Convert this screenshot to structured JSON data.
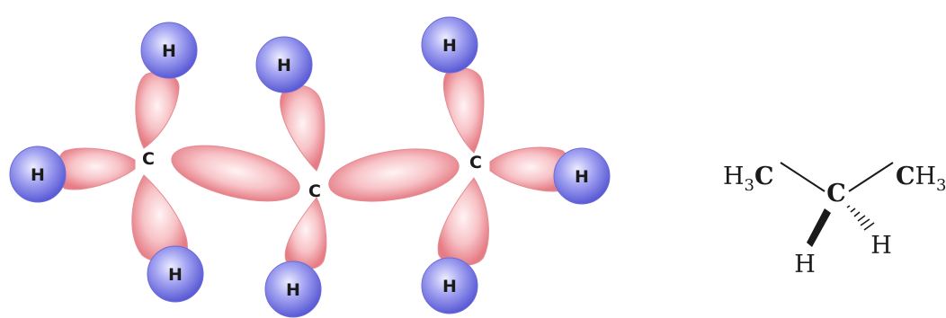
{
  "orbital_model": {
    "carbon_label": "C",
    "hydrogen_label": "H",
    "carbon_left": "C",
    "carbon_middle": "C",
    "carbon_right": "C"
  },
  "structural_formula": {
    "left_group_prefix": "H",
    "left_group_sub": "3",
    "left_group_atom": "C",
    "right_group_atom": "C",
    "right_group_prefix": "H",
    "right_group_sub": "3",
    "center_atom": "C",
    "wedge_h": "H",
    "dash_h": "H"
  },
  "colors": {
    "lobe_fill": "#f6b9be",
    "lobe_edge": "#e06a74",
    "hydrogen_fill": "#7f7fe6",
    "hydrogen_highlight": "#e4e4ff",
    "text": "#1a1a1a"
  }
}
